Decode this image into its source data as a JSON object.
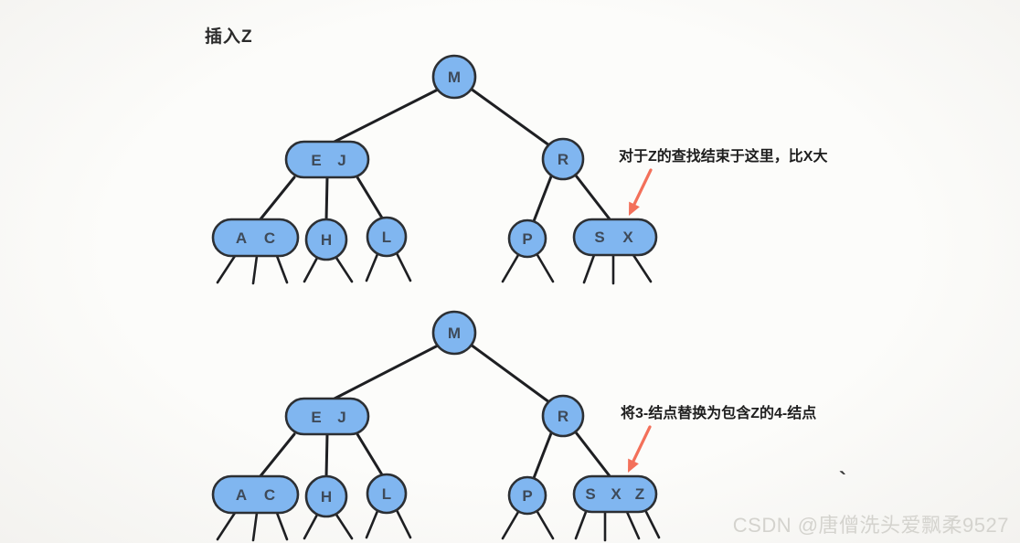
{
  "title": "插入Z",
  "watermark": "CSDN @唐僧洗头爱飘柔9527",
  "stray_mark": "`",
  "colors": {
    "node_fill": "#80B6F0",
    "node_border": "#2C2F33",
    "edge": "#1E1F22",
    "node_text": "#3E4A59",
    "annotation_text": "#1E1E1E",
    "arrow": "#F3705A",
    "background": "#FBFAF8",
    "watermark": "#D4D3CE"
  },
  "tree_before": {
    "annotation": "对于Z的查找结束于这里，比X大",
    "nodes": {
      "root": "M",
      "ej": {
        "left": "E",
        "right": "J"
      },
      "r": "R",
      "ac": {
        "left": "A",
        "right": "C"
      },
      "h": "H",
      "l": "L",
      "p": "P",
      "sx": {
        "left": "S",
        "right": "X"
      }
    }
  },
  "tree_after": {
    "annotation": "将3-结点替换为包含Z的4-结点",
    "nodes": {
      "root": "M",
      "ej": {
        "left": "E",
        "right": "J"
      },
      "r": "R",
      "ac": {
        "left": "A",
        "right": "C"
      },
      "h": "H",
      "l": "L",
      "p": "P",
      "sxz": {
        "left": "S",
        "mid": "X",
        "right": "Z"
      }
    }
  }
}
